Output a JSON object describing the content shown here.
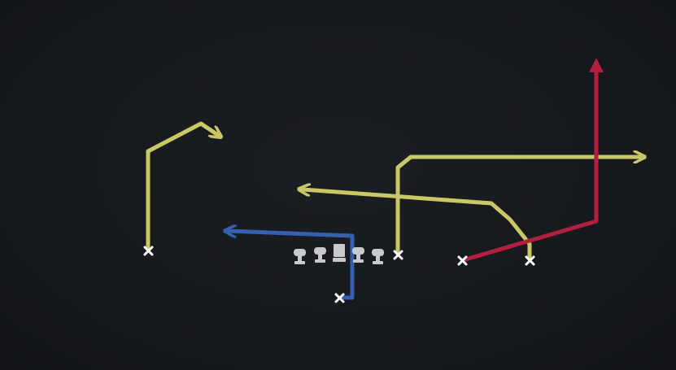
{
  "diagram": {
    "background_color": "#15181c",
    "route_colors": {
      "yellow": "#c9c865",
      "blue": "#3560b0",
      "red": "#b3203f",
      "player_marker": "#ffffff",
      "lineman": "#c9c9c9"
    },
    "players": [
      {
        "id": "wr-left",
        "marker": "x-icon",
        "route_color": "yellow",
        "route_end": "arrow"
      },
      {
        "id": "rb",
        "marker": "x-icon",
        "route_color": "blue",
        "route_end": "arrow"
      },
      {
        "id": "te",
        "marker": "x-icon",
        "route_color": "yellow",
        "route_end": "arrow"
      },
      {
        "id": "wr-slot",
        "marker": "x-icon",
        "route_color": "red",
        "route_end": "arrow"
      },
      {
        "id": "wr-right",
        "marker": "x-icon",
        "route_color": "yellow",
        "route_end": "arrow"
      }
    ],
    "offensive_line": {
      "count": 5,
      "center_marker": "square-icon",
      "others_marker": "tee-icon"
    }
  }
}
